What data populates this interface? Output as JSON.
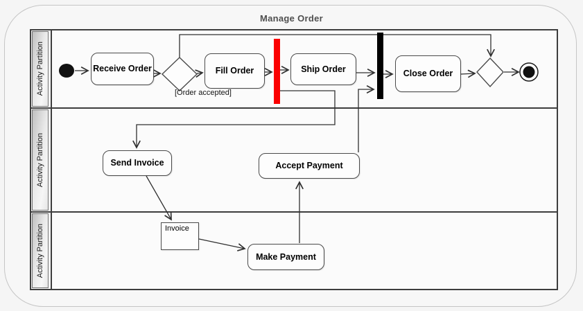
{
  "title": "Manage Order",
  "lanes": [
    {
      "label": "Activity Partition"
    },
    {
      "label": "Activity Partition"
    },
    {
      "label": "Activity Partition"
    }
  ],
  "nodes": {
    "receive_order": "Receive Order",
    "fill_order": "Fill Order",
    "ship_order": "Ship Order",
    "close_order": "Close Order",
    "send_invoice": "Send Invoice",
    "accept_payment": "Accept Payment",
    "make_payment": "Make Payment",
    "invoice_object": "Invoice"
  },
  "labels": {
    "guard": "[Order accepted]"
  },
  "colors": {
    "fork_bar": "#fb0000",
    "join_bar": "#000000",
    "node_border": "#4a4a4a",
    "table_border": "#3d3d3d",
    "frame_border": "#c5c5c5",
    "canvas_background": "#f5f5f5",
    "lane_background": "#fbfbfb",
    "title_text": "#4f4f4f"
  }
}
